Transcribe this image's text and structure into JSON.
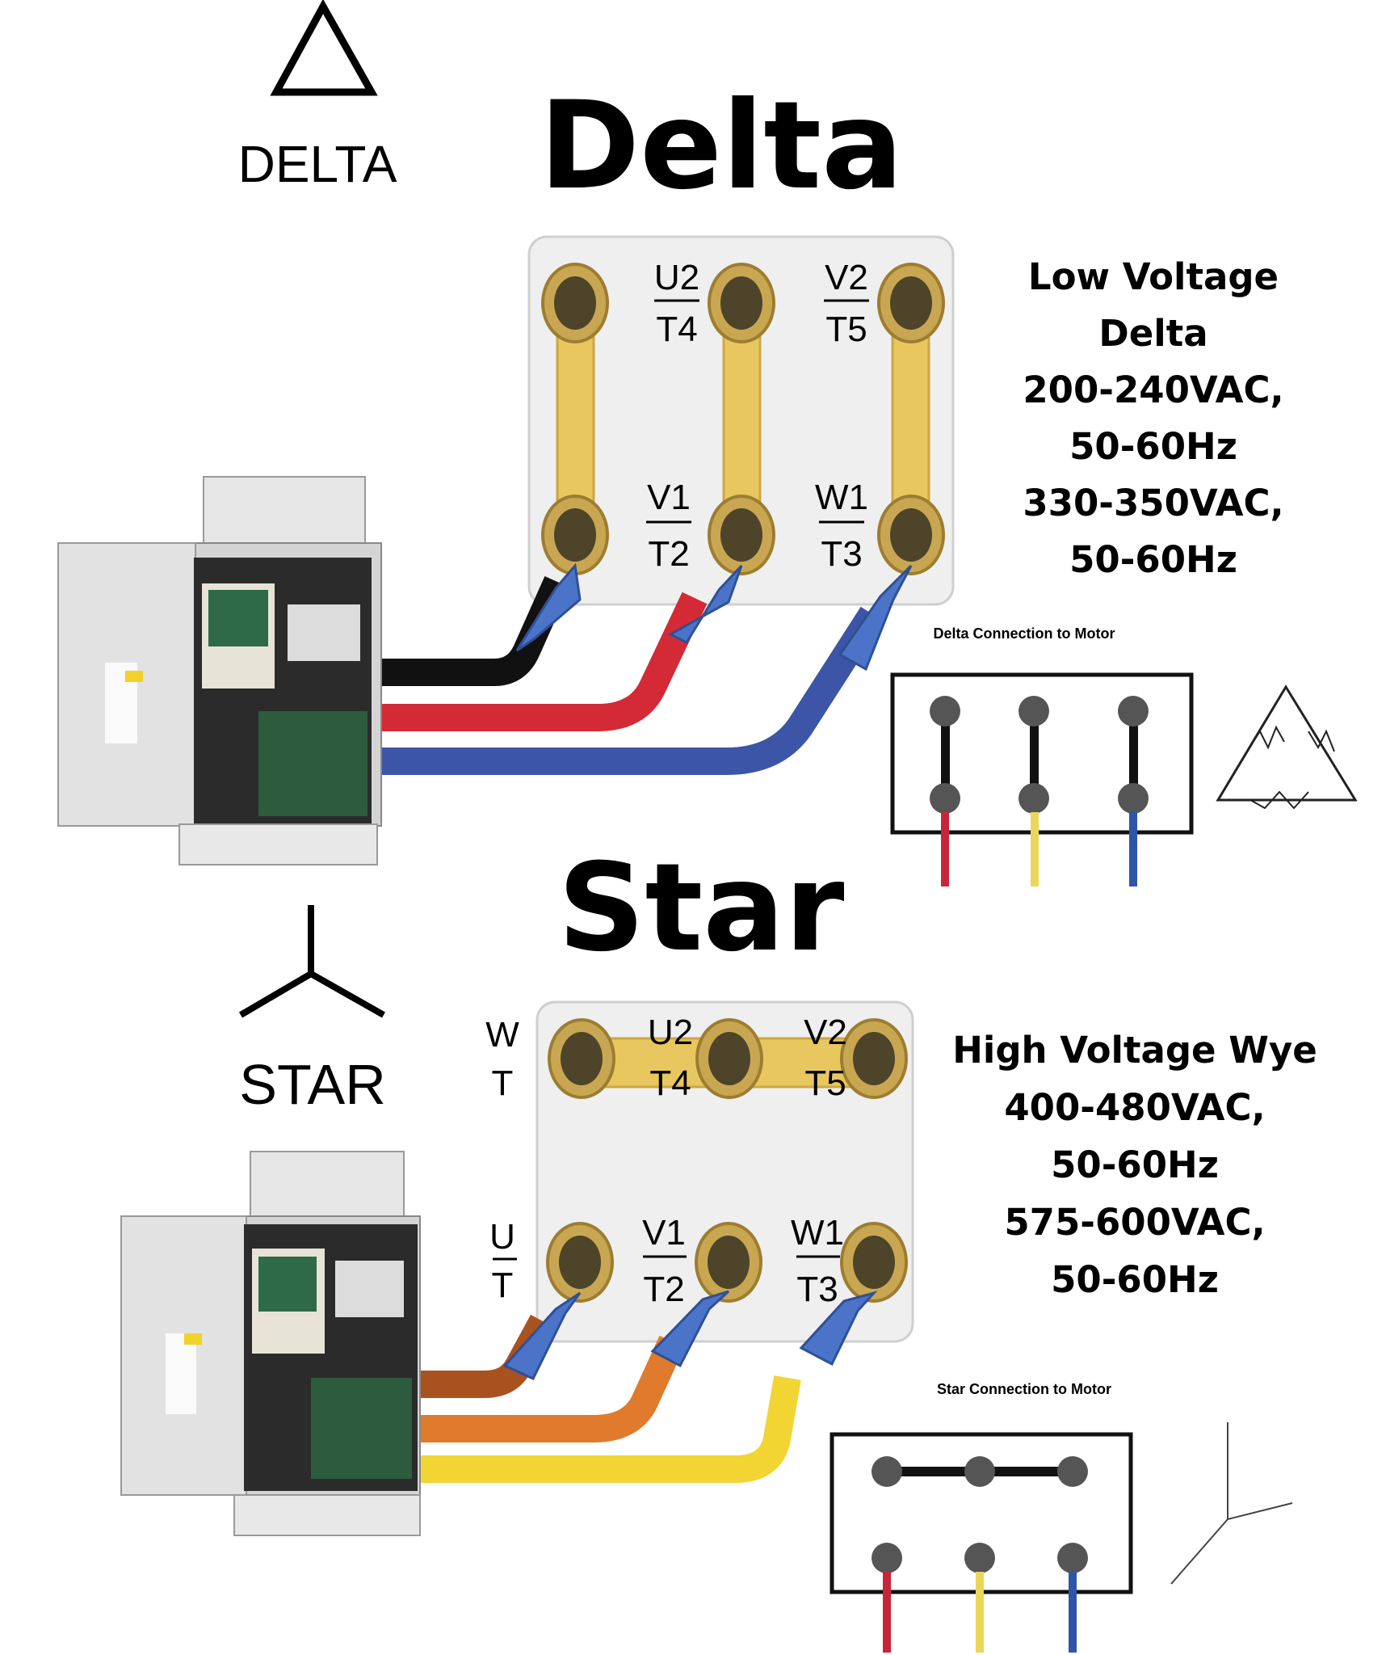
{
  "delta": {
    "symbol_label": "DELTA",
    "title": "Delta",
    "terminals_top": [
      {
        "top": "U2",
        "bottom": "T4"
      },
      {
        "top": "V2",
        "bottom": "T5"
      }
    ],
    "terminals_bottom": [
      {
        "top": "V1",
        "bottom": "T2"
      },
      {
        "top": "W1",
        "bottom": "T3"
      }
    ],
    "spec_lines": [
      "Low Voltage",
      "Delta",
      "200-240VAC,",
      "50-60Hz",
      "330-350VAC,",
      "50-60Hz"
    ],
    "mini_caption": "Delta Connection to Motor",
    "wire_colors": [
      "#111111",
      "#d42a35",
      "#3d55a6"
    ]
  },
  "star": {
    "symbol_label": "STAR",
    "title": "Star",
    "terminals_top": [
      {
        "top": "U2",
        "bottom": "T4"
      },
      {
        "top": "V2",
        "bottom": "T5"
      }
    ],
    "terminals_bottom": [
      {
        "top": "V1",
        "bottom": "T2"
      },
      {
        "top": "W1",
        "bottom": "T3"
      }
    ],
    "side_labels": {
      "top_top": "W",
      "top_bottom": "T",
      "bottom_top": "U",
      "bottom_bottom": "T"
    },
    "spec_lines": [
      "High Voltage Wye",
      "400-480VAC,",
      "50-60Hz",
      "575-600VAC,",
      "50-60Hz"
    ],
    "mini_caption": "Star Connection to Motor",
    "wire_colors": [
      "#a8521f",
      "#e07a2c",
      "#f2d433"
    ]
  },
  "colors": {
    "strap": "#e8c760",
    "terminal_ring": "#c9a752",
    "terminal_center": "#4e4429",
    "plate": "#efefef",
    "lug": "#4b74c9",
    "red": "#c8253a",
    "yellow": "#ecd65a",
    "blue": "#2d56a8"
  }
}
